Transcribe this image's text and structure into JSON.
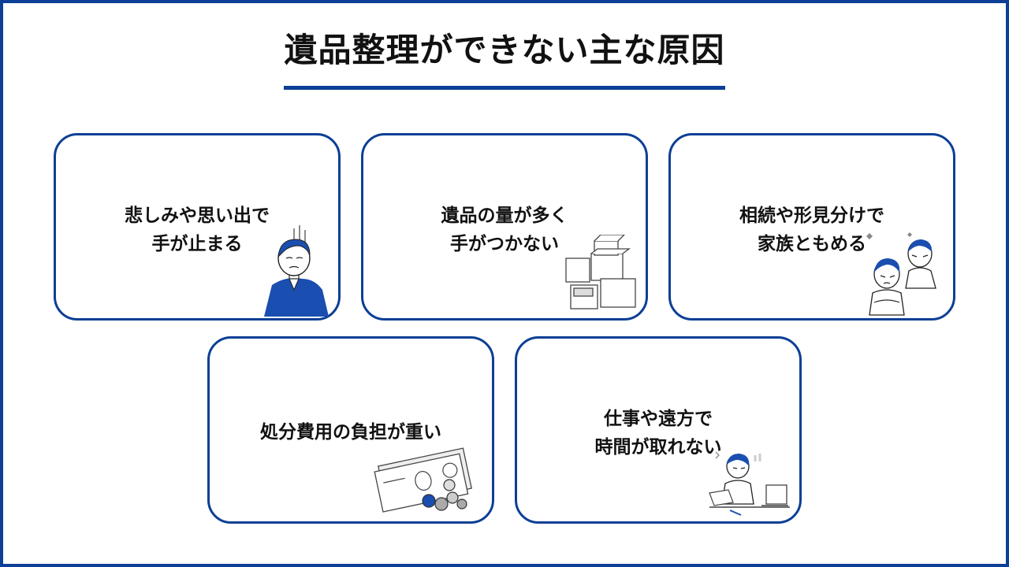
{
  "title": "遺品整理ができない主な原因",
  "colors": {
    "accent": "#0c3f95",
    "figure_blue": "#1a4eb0"
  },
  "cards": [
    {
      "label": "悲しみや思い出で\n手が止まる",
      "icon": "sad-person-icon"
    },
    {
      "label": "遺品の量が多く\n手がつかない",
      "icon": "cardboard-boxes-icon"
    },
    {
      "label": "相続や形見分けで\n家族ともめる",
      "icon": "arguing-family-icon"
    },
    {
      "label": "処分費用の負担が重い",
      "icon": "money-bills-coins-icon"
    },
    {
      "label": "仕事や遠方で\n時間が取れない",
      "icon": "busy-worker-icon"
    }
  ]
}
